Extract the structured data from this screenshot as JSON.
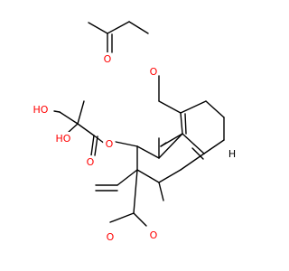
{
  "molecule": {
    "colors": {
      "background": "#ffffff",
      "bond": "#000000",
      "oxygen": "#ff0000",
      "hydrogen": "#000000"
    },
    "atoms": [
      {
        "label": "O"
      },
      {
        "label": "O"
      },
      {
        "label": "HO"
      },
      {
        "label": "HO"
      },
      {
        "label": "O"
      },
      {
        "label": "O"
      },
      {
        "label": "O"
      },
      {
        "label": "O"
      },
      {
        "label": "H"
      }
    ]
  }
}
